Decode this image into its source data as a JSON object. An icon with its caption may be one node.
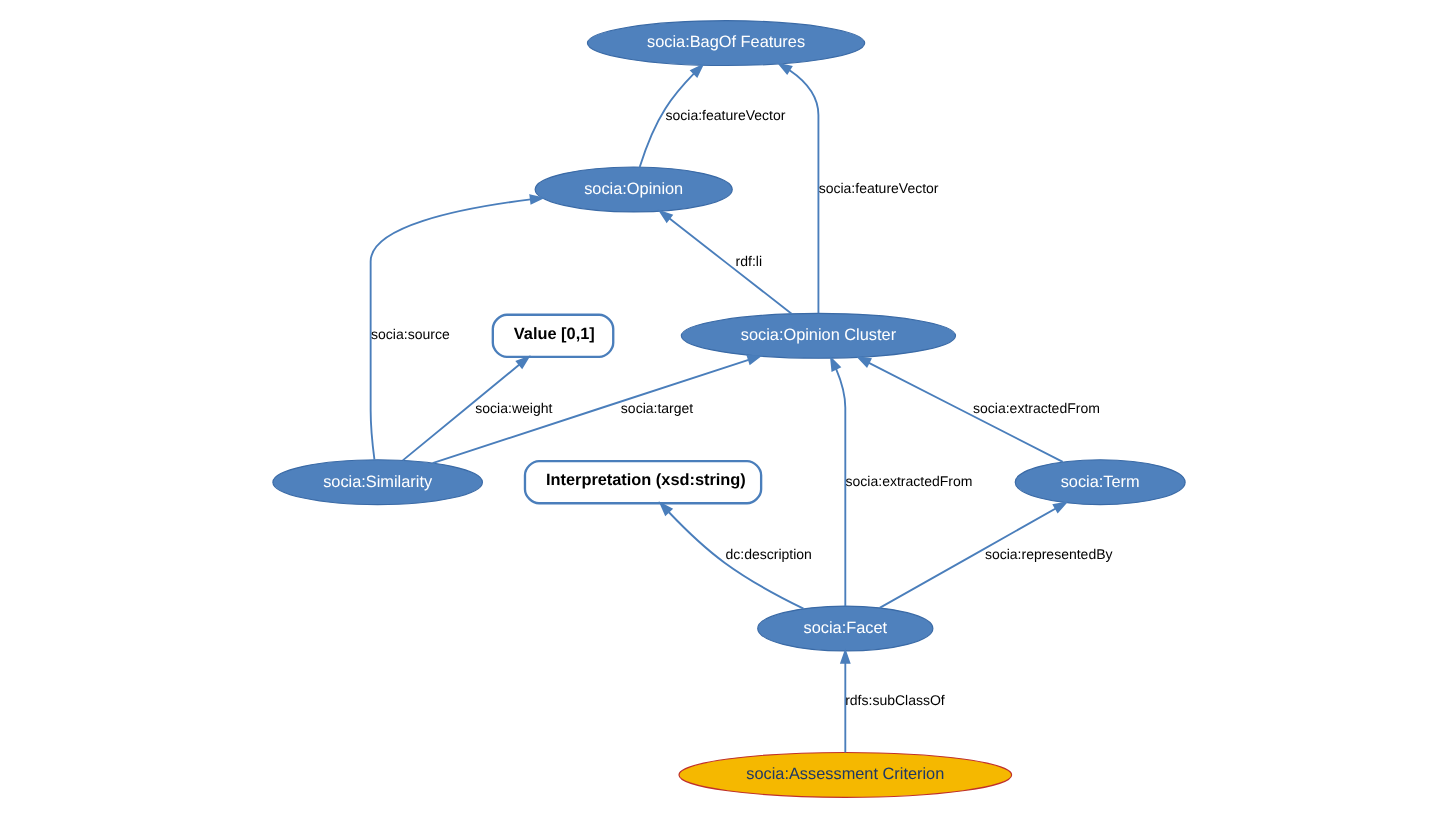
{
  "diagram": {
    "nodes": [
      {
        "text": [
          "Interpretation (xsd:string)"
        ]
      },
      {
        "text": [
          "socia:Term"
        ]
      },
      {
        "text": [
          "socia:Facet"
        ]
      },
      {
        "text": [
          "socia:Opinion Cluster"
        ]
      },
      {
        "text": [
          "socia:Assessment Criterion"
        ]
      },
      {
        "text": [
          "socia:Similarity"
        ]
      },
      {
        "text": [
          "Value [0,1]"
        ]
      },
      {
        "text": [
          "socia:Opinion"
        ]
      },
      {
        "text": [
          "socia:BagOf Features"
        ]
      }
    ],
    "edges": [
      {
        "from": 2,
        "to": 0,
        "arrow": "to",
        "label": "dc:description"
      },
      {
        "from": 2,
        "to": 1,
        "arrow": "to",
        "label": "socia:representedBy"
      },
      {
        "from": 1,
        "to": 3,
        "arrow": "to",
        "label": "socia:extractedFrom"
      },
      {
        "from": 2,
        "to": 3,
        "arrow": "to",
        "label": "socia:extractedFrom"
      },
      {
        "from": 4,
        "to": 2,
        "arrow": "to",
        "label": "rdfs:subClassOf"
      },
      {
        "from": 5,
        "to": 3,
        "arrow": "to",
        "label": "socia:target"
      },
      {
        "from": 5,
        "to": 6,
        "arrow": "to",
        "label": "socia:weight"
      },
      {
        "from": 5,
        "to": 7,
        "arrow": "to",
        "label": "socia:source"
      },
      {
        "from": 3,
        "to": 7,
        "arrow": "to",
        "label": "rdf:li"
      },
      {
        "from": 3,
        "to": 8,
        "arrow": "to",
        "label": "socia:featureVector"
      },
      {
        "from": 7,
        "to": 8,
        "arrow": "to",
        "label": "socia:featureVector"
      }
    ]
  }
}
